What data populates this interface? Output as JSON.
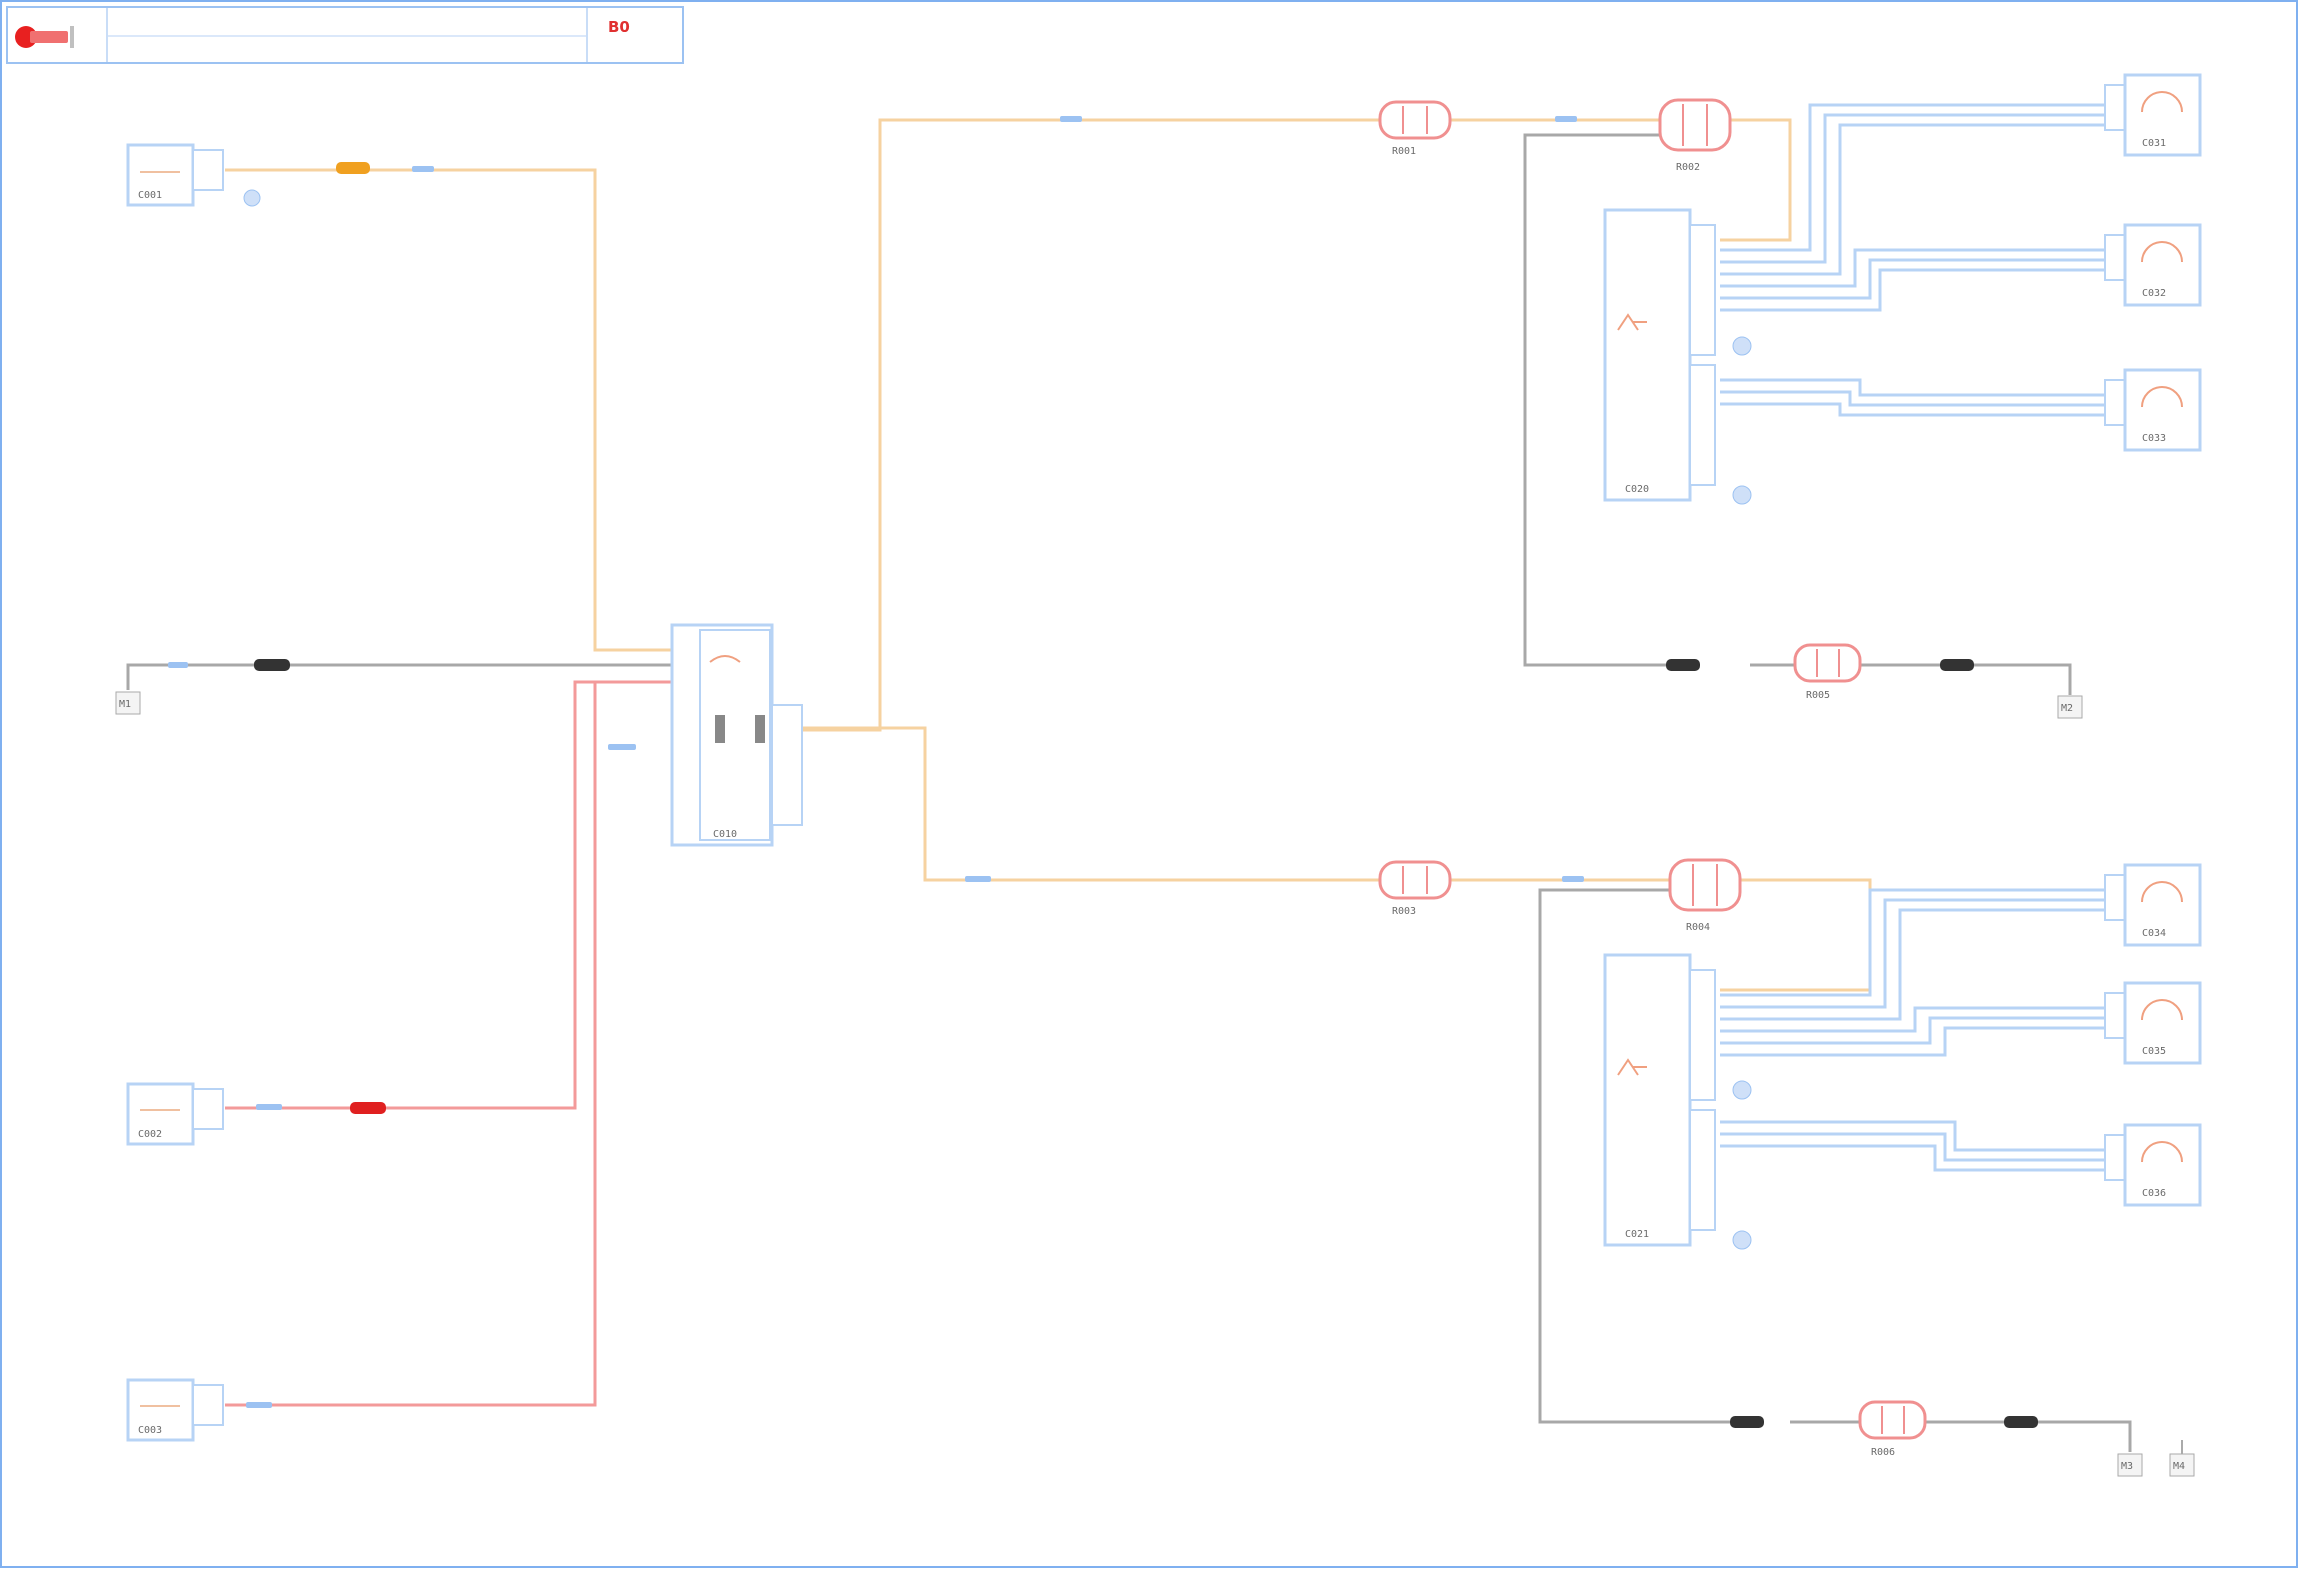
{
  "title_block": {
    "code": "B0",
    "subtitle": ""
  },
  "components": [
    {
      "id": "c-top-left",
      "label": "C001"
    },
    {
      "id": "c-mid-left-red",
      "label": "C002"
    },
    {
      "id": "c-bottom-left",
      "label": "C003"
    },
    {
      "id": "c-central",
      "label": "C010"
    },
    {
      "id": "conn-top-1",
      "label": "R001"
    },
    {
      "id": "conn-top-2",
      "label": "R002"
    },
    {
      "id": "conn-bot-1",
      "label": "R003"
    },
    {
      "id": "conn-bot-2",
      "label": "R004"
    },
    {
      "id": "conn-top-gnd",
      "label": "R005"
    },
    {
      "id": "conn-bot-gnd",
      "label": "R006"
    },
    {
      "id": "ecu-top",
      "label": "C020"
    },
    {
      "id": "ecu-bot",
      "label": "C021"
    },
    {
      "id": "sensor-t1",
      "label": "C031"
    },
    {
      "id": "sensor-t2",
      "label": "C032"
    },
    {
      "id": "sensor-t3",
      "label": "C033"
    },
    {
      "id": "sensor-b1",
      "label": "C034"
    },
    {
      "id": "sensor-b2",
      "label": "C035"
    },
    {
      "id": "sensor-b3",
      "label": "C036"
    }
  ],
  "grounds": [
    {
      "id": "gnd-left",
      "label": "M1"
    },
    {
      "id": "gnd-right-top",
      "label": "M2"
    },
    {
      "id": "gnd-right-bot-1",
      "label": "M3"
    },
    {
      "id": "gnd-right-bot-2",
      "label": "M4"
    }
  ],
  "footer": {
    "note": ""
  },
  "colors": {
    "frame": "#7fb0f0",
    "wire_orange": "#f6c990",
    "wire_red": "#f07a7a",
    "wire_gray": "#9a9a9a",
    "wire_blue": "#9cc2f2",
    "fuse_dark": "#333333",
    "fuse_orange": "#f0a020",
    "fuse_red": "#e02020"
  }
}
